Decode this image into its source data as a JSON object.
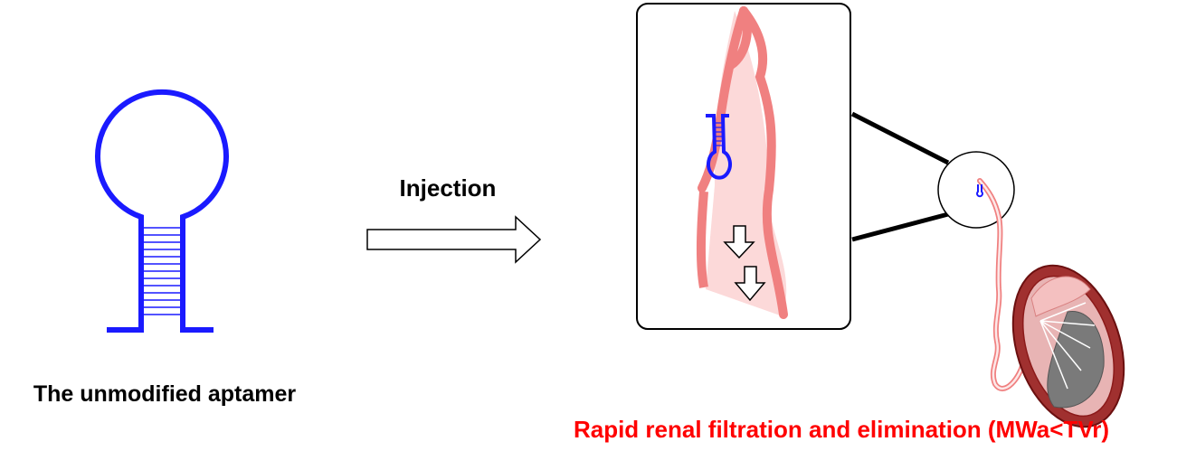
{
  "labels": {
    "aptamer": "The unmodified aptamer",
    "injection": "Injection",
    "renal": "Rapid renal filtration and elimination (MWa<TVr)"
  },
  "colors": {
    "aptamer": "#1a1aff",
    "vessel": "#f08080",
    "vessel_fill": "#fcd9d9",
    "kidney": "#8b1a1a",
    "kidney_fill": "#e8b4b4",
    "emphasis_text": "#ff0000",
    "line": "#000000"
  },
  "icons": {
    "flow_arrow": "outline-arrow-right-icon",
    "flow_direction": "outline-arrow-down-icon"
  }
}
